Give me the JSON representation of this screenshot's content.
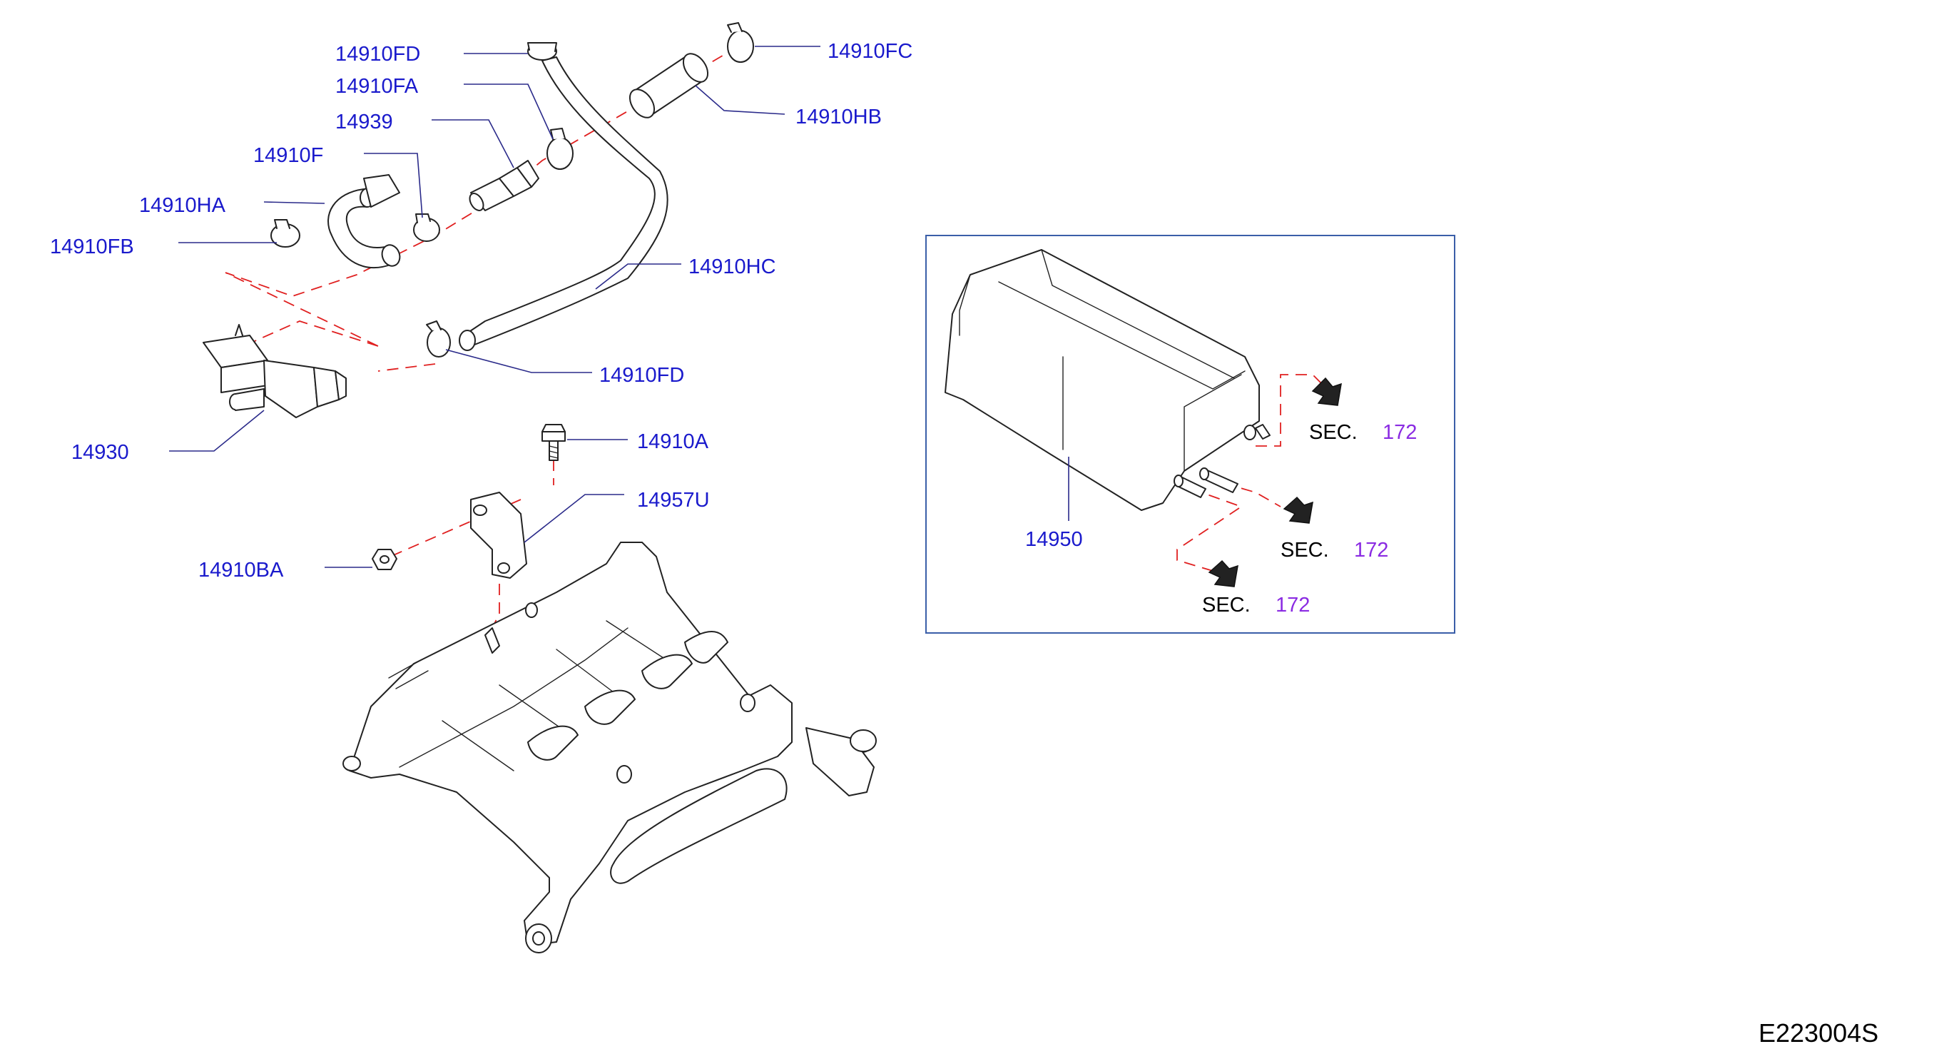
{
  "labels": {
    "p14910FD_top": "14910FD",
    "p14910FC": "14910FC",
    "p14910FA": "14910FA",
    "p14910HB": "14910HB",
    "p14939": "14939",
    "p14910F": "14910F",
    "p14910HA": "14910HA",
    "p14910FB": "14910FB",
    "p14910HC": "14910HC",
    "p14910FD_bottom": "14910FD",
    "p14930": "14930",
    "p14910A": "14910A",
    "p14957U": "14957U",
    "p14910BA": "14910BA",
    "p14950": "14950"
  },
  "sections": [
    {
      "prefix": "SEC.",
      "number": "172"
    },
    {
      "prefix": "SEC.",
      "number": "172"
    },
    {
      "prefix": "SEC.",
      "number": "172"
    }
  ],
  "diagram_code": "E223004S",
  "colors": {
    "part_label": "#1a1acc",
    "leader": "#2a2a8a",
    "dash": "#e02020",
    "section_number": "#8a2be2",
    "box": "#3a5ea8"
  }
}
